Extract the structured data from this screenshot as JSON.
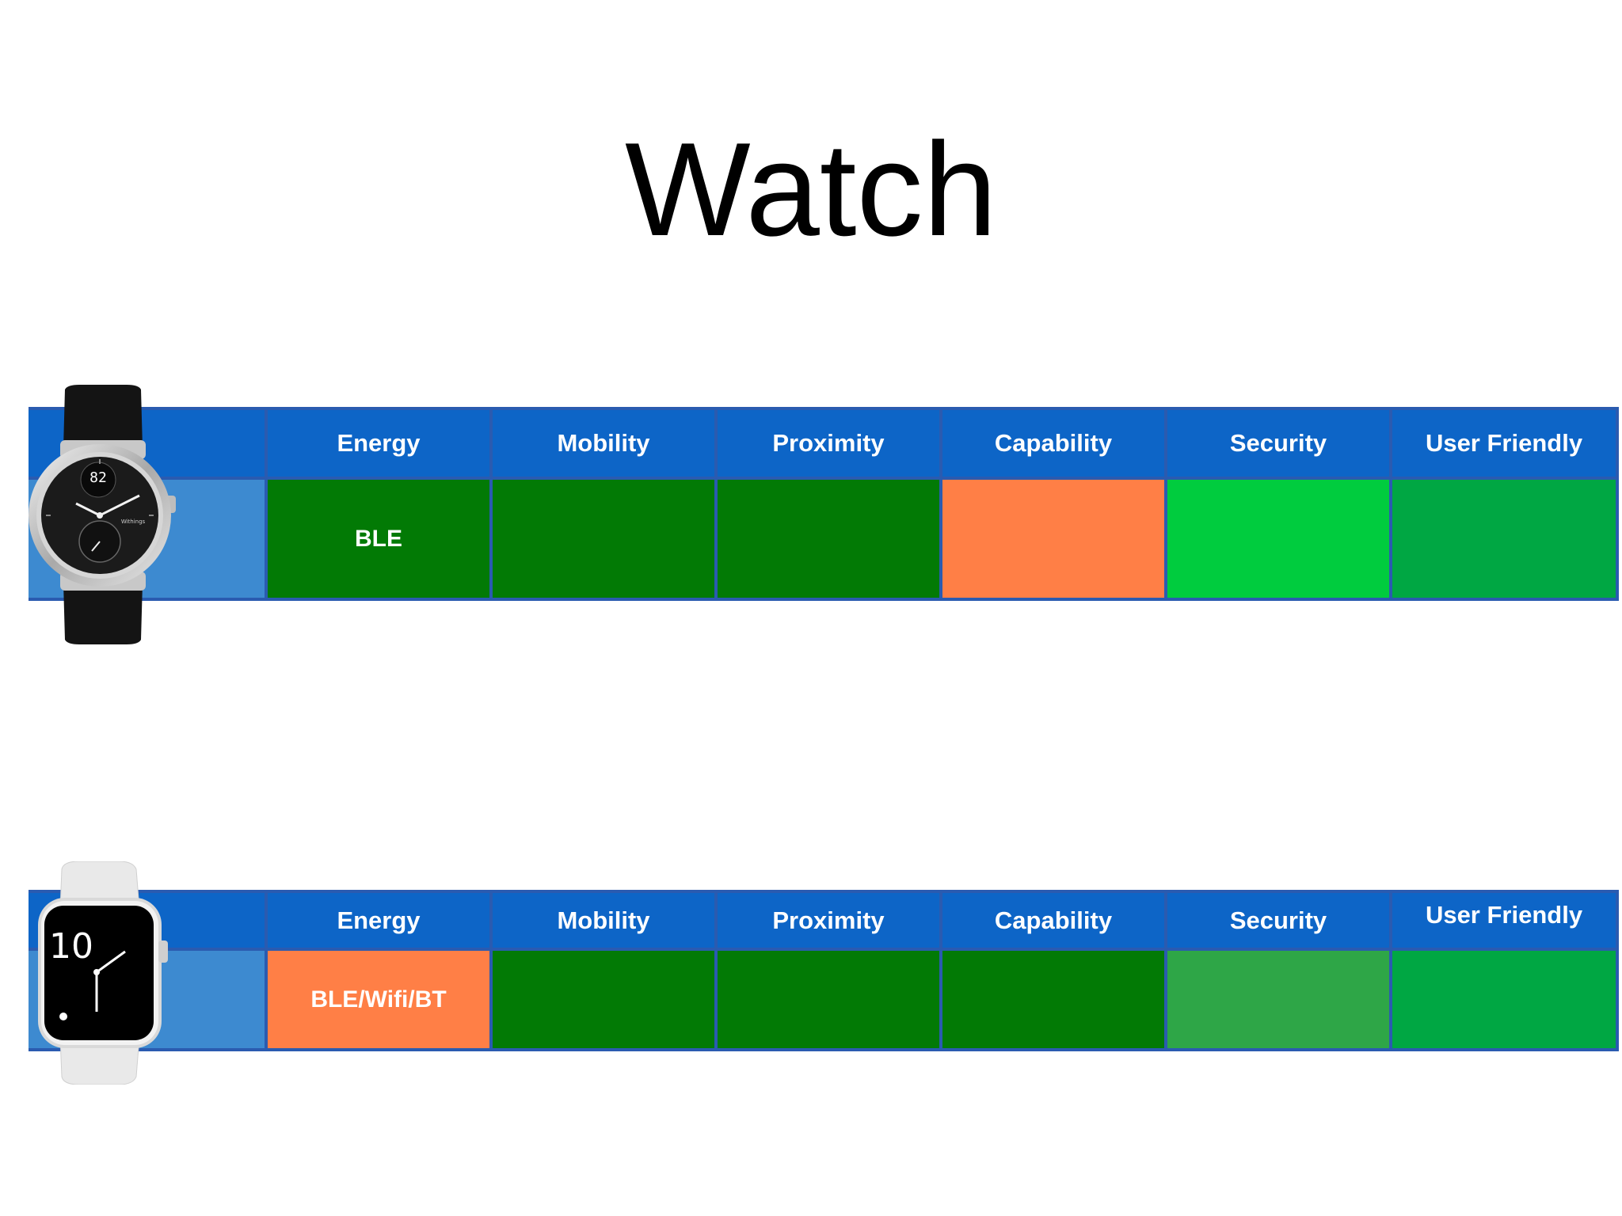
{
  "title": "Watch",
  "columns": [
    "Energy",
    "Mobility",
    "Proximity",
    "Capability",
    "Security",
    "User Friendly"
  ],
  "colors": {
    "header_bg": "#0d65c7",
    "first_column_bg": "#3d8ad0",
    "dark_green": "#027a05",
    "bright_green": "#00cc3e",
    "medium_green": "#00a743",
    "light_green": "#2ea647",
    "orange": "#ff7f46"
  },
  "devices": [
    {
      "name": "withings-steel-hr",
      "icon": "analog-watch-icon",
      "watch_face_text": "82",
      "brand_text": "Withings",
      "ratings": [
        {
          "column": "Energy",
          "text": "BLE",
          "color": "#027a05"
        },
        {
          "column": "Mobility",
          "text": "",
          "color": "#027a05"
        },
        {
          "column": "Proximity",
          "text": "",
          "color": "#027a05"
        },
        {
          "column": "Capability",
          "text": "",
          "color": "#ff7f46"
        },
        {
          "column": "Security",
          "text": "",
          "color": "#00cc3e"
        },
        {
          "column": "User Friendly",
          "text": "",
          "color": "#00a743"
        }
      ]
    },
    {
      "name": "apple-watch",
      "icon": "smartwatch-icon",
      "watch_face_text": "10",
      "ratings": [
        {
          "column": "Energy",
          "text": "BLE/Wifi/BT",
          "color": "#ff7f46"
        },
        {
          "column": "Mobility",
          "text": "",
          "color": "#027a05"
        },
        {
          "column": "Proximity",
          "text": "",
          "color": "#027a05"
        },
        {
          "column": "Capability",
          "text": "",
          "color": "#027a05"
        },
        {
          "column": "Security",
          "text": "",
          "color": "#2ea647"
        },
        {
          "column": "User Friendly",
          "text": "",
          "color": "#00a743"
        }
      ]
    }
  ]
}
